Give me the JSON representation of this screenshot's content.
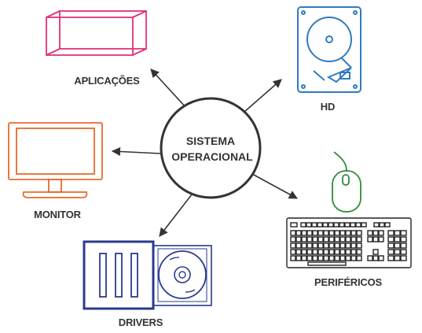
{
  "center": {
    "line1": "SISTEMA",
    "line2": "OPERACIONAL"
  },
  "nodes": {
    "applications": {
      "label": "APLICAÇÕES",
      "icon": "3d-box-icon",
      "color": "#e0317a"
    },
    "hd": {
      "label": "HD",
      "icon": "hard-drive-icon",
      "color": "#2f7bc0"
    },
    "monitor": {
      "label": "MONITOR",
      "icon": "monitor-icon",
      "color": "#e86a2c"
    },
    "peripherals": {
      "label": "PERIFÉRICOS",
      "icon": "keyboard-mouse-icon",
      "color": "#2e8b3a",
      "keyboard_color": "#222222"
    },
    "drivers": {
      "label": "DRIVERS",
      "icon": "disk-drive-icon",
      "color": "#2b3a8c"
    }
  },
  "colors": {
    "arrow": "#333333",
    "circle": "#333333"
  }
}
